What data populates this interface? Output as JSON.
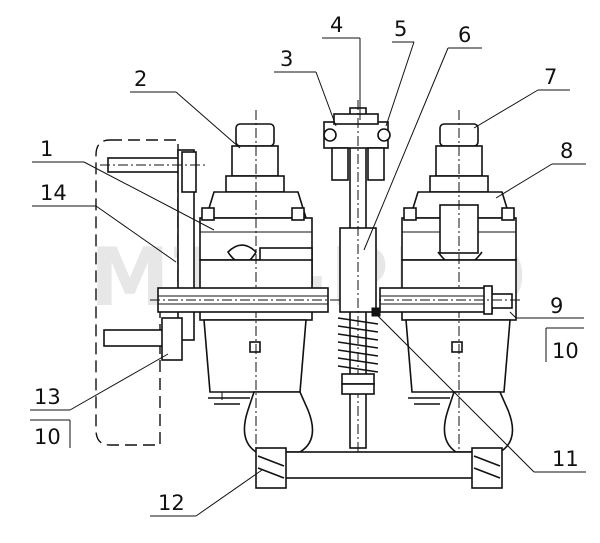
{
  "watermark": "MTZ-PRO",
  "callouts": [
    {
      "id": "1",
      "text": "1"
    },
    {
      "id": "2",
      "text": "2"
    },
    {
      "id": "3",
      "text": "3"
    },
    {
      "id": "4",
      "text": "4"
    },
    {
      "id": "5",
      "text": "5"
    },
    {
      "id": "6",
      "text": "6"
    },
    {
      "id": "7",
      "text": "7"
    },
    {
      "id": "8",
      "text": "8"
    },
    {
      "id": "9",
      "text": "9"
    },
    {
      "id": "10a",
      "text": "10"
    },
    {
      "id": "11",
      "text": "11"
    },
    {
      "id": "12",
      "text": "12"
    },
    {
      "id": "13",
      "text": "13"
    },
    {
      "id": "10b",
      "text": "10"
    },
    {
      "id": "14",
      "text": "14"
    }
  ]
}
